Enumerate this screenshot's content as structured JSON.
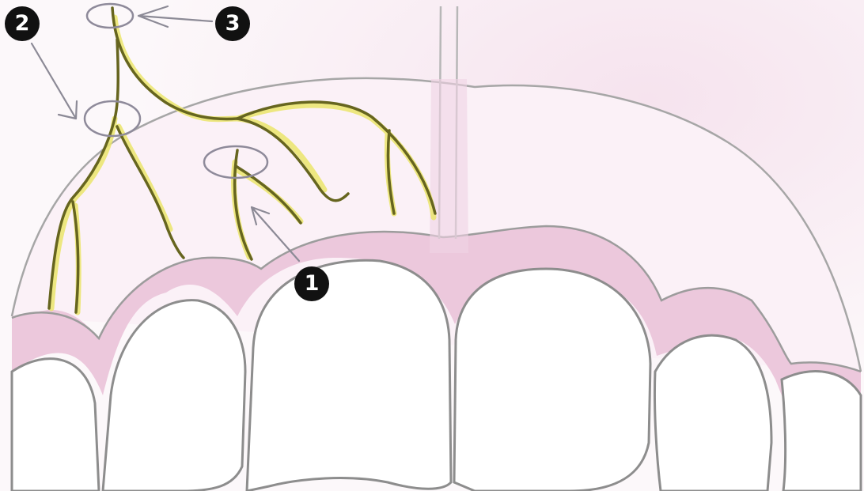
{
  "markers": [
    {
      "label": "1"
    },
    {
      "label": "2"
    },
    {
      "label": "3"
    }
  ],
  "colors": {
    "paper": "#fdf9fb",
    "gum_pink": "#ecc3dc",
    "outline_gray": "#9a9a9a",
    "nerve_dark": "#6a6a22",
    "nerve_yellow": "#e9e56a",
    "arrow_gray": "#8c8a96",
    "badge_fill": "#111111"
  }
}
